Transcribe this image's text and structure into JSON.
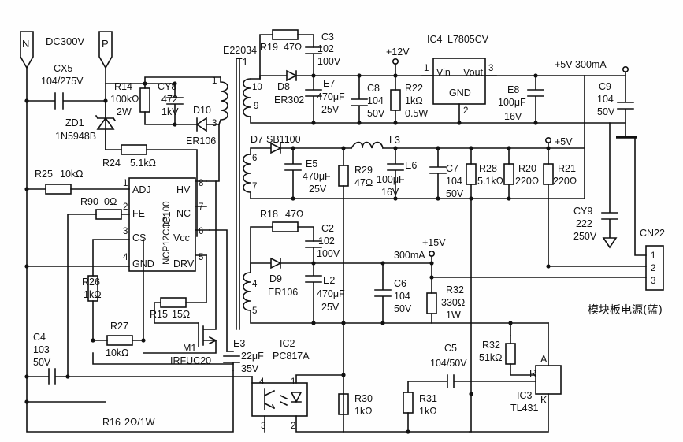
{
  "input": {
    "n": "N",
    "p": "P",
    "dc": "DC300V"
  },
  "cx5": {
    "ref": "CX5",
    "val": "104/275V"
  },
  "r14": {
    "ref": "R14",
    "val1": "100kΩ",
    "val2": "2W"
  },
  "cy8": {
    "ref": "CY8",
    "val1": "472",
    "val2": "1kV"
  },
  "d10": {
    "ref": "D10",
    "val": "ER106"
  },
  "zd1": {
    "ref": "ZD1",
    "val": "1N5948B"
  },
  "r24": {
    "ref": "R24",
    "val": "5.1kΩ"
  },
  "r25": {
    "ref": "R25",
    "val": "10kΩ"
  },
  "r90": {
    "ref": "R90",
    "val": "0Ω"
  },
  "ic1": {
    "ref": "IC1",
    "part": "NCP12CCP100",
    "pins": [
      "ADJ",
      "FE",
      "CS",
      "GND",
      "HV",
      "NC",
      "Vcc",
      "DRV"
    ],
    "nums": [
      "1",
      "2",
      "3",
      "4",
      "8",
      "7",
      "6",
      "5"
    ]
  },
  "r26": {
    "ref": "R26",
    "val": "1kΩ"
  },
  "r27": {
    "ref": "R27",
    "val": "10kΩ"
  },
  "r15": {
    "ref": "R15",
    "val": "15Ω"
  },
  "m1": {
    "ref": "M1",
    "val": "IRFUC20"
  },
  "c4": {
    "ref": "C4",
    "val1": "103",
    "val2": "50V"
  },
  "r16": {
    "ref": "R16",
    "val": "2Ω/1W"
  },
  "e3": {
    "ref": "E3",
    "val1": "22μF",
    "val2": "35V"
  },
  "ic2": {
    "ref": "IC2",
    "val": "PC817A",
    "pins": [
      "4",
      "3",
      "1",
      "2"
    ]
  },
  "t1": {
    "ref": "T1",
    "part": "E22034",
    "pins": [
      "1",
      "3",
      "10",
      "9",
      "6",
      "7",
      "4",
      "5"
    ]
  },
  "r19": {
    "ref": "R19",
    "val": "47Ω"
  },
  "c3": {
    "ref": "C3",
    "val1": "102",
    "val2": "100V"
  },
  "d8": {
    "ref": "D8",
    "val": "ER302"
  },
  "e7": {
    "ref": "E7",
    "val1": "470μF",
    "val2": "25V"
  },
  "c8": {
    "ref": "C8",
    "val1": "104",
    "val2": "50V"
  },
  "r22": {
    "ref": "R22",
    "val1": "1kΩ",
    "val2": "0.5W"
  },
  "v12": "+12V",
  "ic4": {
    "ref": "IC4",
    "part": "L7805CV",
    "vin": "Vin",
    "vout": "Vout",
    "gnd": "GND",
    "p1": "1",
    "p2": "2",
    "p3": "3"
  },
  "v5top": "+5V  300mA",
  "e8": {
    "ref": "E8",
    "val1": "100μF",
    "val2": "16V"
  },
  "c9": {
    "ref": "C9",
    "val1": "104",
    "val2": "50V"
  },
  "d7": {
    "ref": "D7",
    "val": "SB1100"
  },
  "l3": "L3",
  "v5": "+5V",
  "e5": {
    "ref": "E5",
    "val1": "470μF",
    "val2": "25V"
  },
  "r29": {
    "ref": "R29",
    "val": "47Ω"
  },
  "e6": {
    "ref": "E6",
    "val1": "100μF",
    "val2": "16V"
  },
  "c7": {
    "ref": "C7",
    "val1": "104",
    "val2": "50V"
  },
  "r28": {
    "ref": "R28",
    "val": "5.1kΩ"
  },
  "r20": {
    "ref": "R20",
    "val": "220Ω"
  },
  "r21": {
    "ref": "R21",
    "val": "220Ω"
  },
  "cy9": {
    "ref": "CY9",
    "val1": "222",
    "val2": "250V"
  },
  "cn22": {
    "ref": "CN22",
    "pins": [
      "1",
      "2",
      "3"
    ],
    "caption": "模块板电源(蓝)"
  },
  "r18": {
    "ref": "R18",
    "val": "47Ω"
  },
  "c2": {
    "ref": "C2",
    "val1": "102",
    "val2": "100V"
  },
  "d9": {
    "ref": "D9",
    "val": "ER106"
  },
  "e2": {
    "ref": "E2",
    "val1": "470μF",
    "val2": "25V"
  },
  "v15": "+15V",
  "ma300": "300mA",
  "c6": {
    "ref": "C6",
    "val1": "104",
    "val2": "50V"
  },
  "r32a": {
    "ref": "R32",
    "val1": "330Ω",
    "val2": "1W"
  },
  "c5": {
    "ref": "C5",
    "val": "104/50V"
  },
  "r32b": {
    "ref": "R32",
    "val": "51kΩ"
  },
  "r30": {
    "ref": "R30",
    "val": "1kΩ"
  },
  "r31": {
    "ref": "R31",
    "val": "1kΩ"
  },
  "ic3": {
    "ref": "IC3",
    "val": "TL431",
    "a": "A",
    "r": "R",
    "k": "K"
  }
}
